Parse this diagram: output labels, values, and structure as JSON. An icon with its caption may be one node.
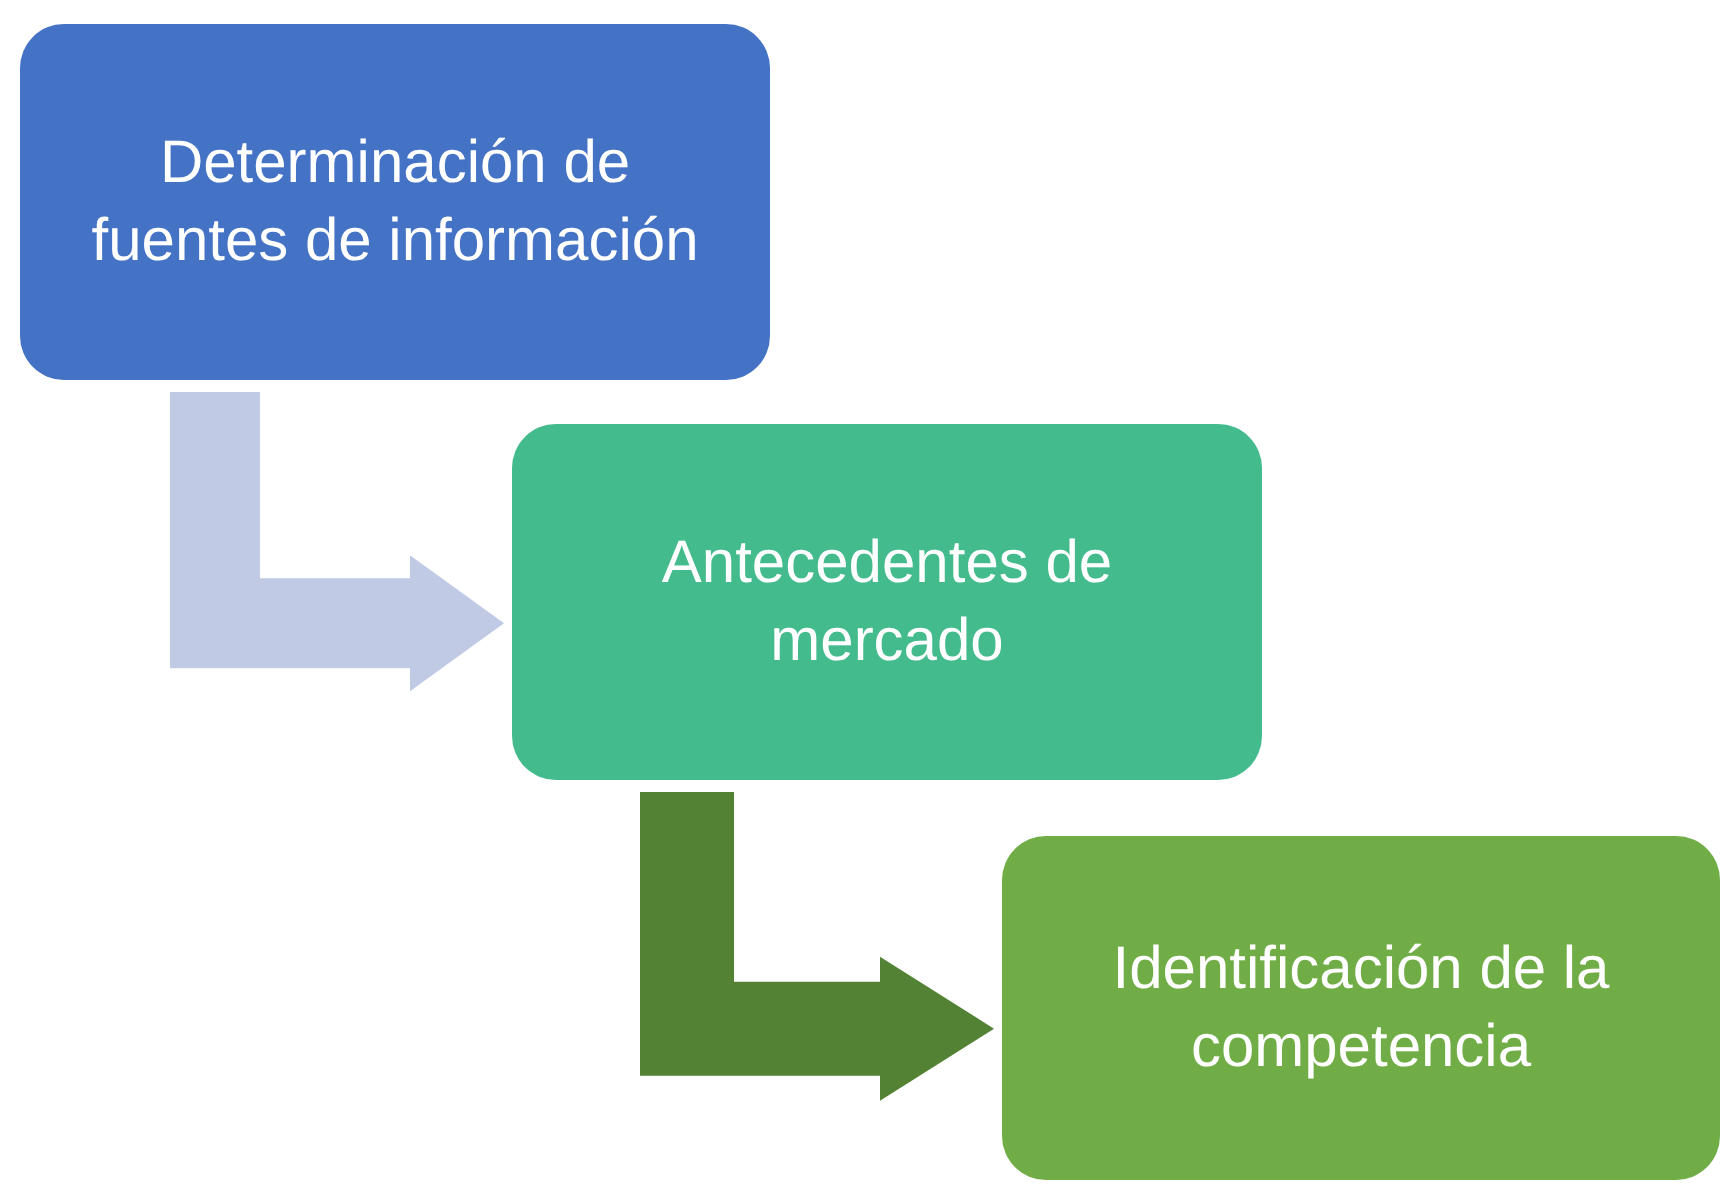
{
  "diagram": {
    "nodes": [
      {
        "text": [
          "Determinación de fuentes de información"
        ]
      },
      {
        "text": [
          "Antecedentes de mercado"
        ]
      },
      {
        "text": [
          "Identificación de la competencia"
        ]
      }
    ],
    "edges": [
      {
        "from": 0,
        "to": 1,
        "arrow": "to",
        "color": "#c0cae4"
      },
      {
        "from": 1,
        "to": 2,
        "arrow": "to",
        "color": "#548235"
      }
    ]
  }
}
